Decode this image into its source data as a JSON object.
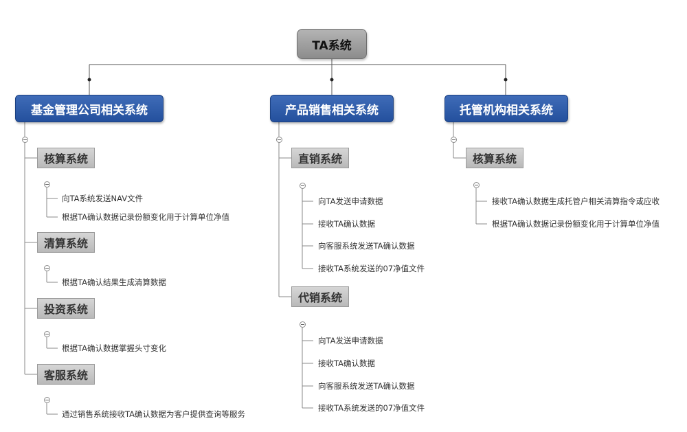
{
  "root": {
    "label": "TA系统"
  },
  "categories": [
    {
      "label": "基金管理公司相关系统",
      "subsystems": [
        {
          "label": "核算系统",
          "items": [
            "向TA系统发送NAV文件",
            "根据TA确认数据记录份额变化用于计算单位净值"
          ]
        },
        {
          "label": "清算系统",
          "items": [
            "根据TA确认结果生成清算数据"
          ]
        },
        {
          "label": "投资系统",
          "items": [
            "根据TA确认数据掌握头寸变化"
          ]
        },
        {
          "label": "客服系统",
          "items": [
            "通过销售系统接收TA确认数据为客户提供查询等服务"
          ]
        }
      ]
    },
    {
      "label": "产品销售相关系统",
      "subsystems": [
        {
          "label": "直销系统",
          "items": [
            "向TA发送申请数据",
            "接收TA确认数据",
            "向客服系统发送TA确认数据",
            "接收TA系统发送的07净值文件"
          ]
        },
        {
          "label": "代销系统",
          "items": [
            "向TA发送申请数据",
            "接收TA确认数据",
            "向客服系统发送TA确认数据",
            "接收TA系统发送的07净值文件"
          ]
        }
      ]
    },
    {
      "label": "托管机构相关系统",
      "subsystems": [
        {
          "label": "核算系统",
          "items": [
            "接收TA确认数据生成托管户相关清算指令或应收",
            "根据TA确认数据记录份额变化用于计算单位净值"
          ]
        }
      ]
    }
  ]
}
